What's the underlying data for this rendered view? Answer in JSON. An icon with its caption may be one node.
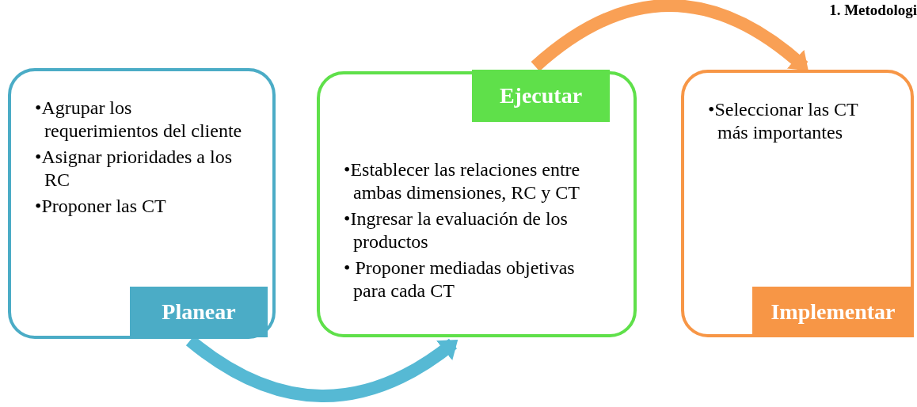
{
  "diagram": {
    "title": "1. Metodologi",
    "nodes": [
      {
        "text": [
          "•Agrupar los requerimientos del cliente",
          "•Asignar prioridades a los RC",
          "•Proponer las CT"
        ]
      },
      {
        "text": [
          "Planear"
        ],
        "in": 0
      },
      {
        "text": [
          "•Establecer las relaciones entre ambas dimensiones, RC y CT",
          "•Ingresar la evaluación  de los productos",
          "• Proponer mediadas objetivas para cada CT"
        ]
      },
      {
        "text": [
          "Ejecutar"
        ],
        "in": 2
      },
      {
        "text": [
          "•Seleccionar las CT más importantes"
        ]
      },
      {
        "text": [
          "Implementar"
        ],
        "in": 4
      }
    ],
    "edges": [
      {
        "from": 0,
        "to": 2,
        "arrow": "to",
        "color": "#56b9d4"
      },
      {
        "from": 2,
        "to": 4,
        "arrow": "to",
        "color": "#f9a055"
      }
    ]
  }
}
